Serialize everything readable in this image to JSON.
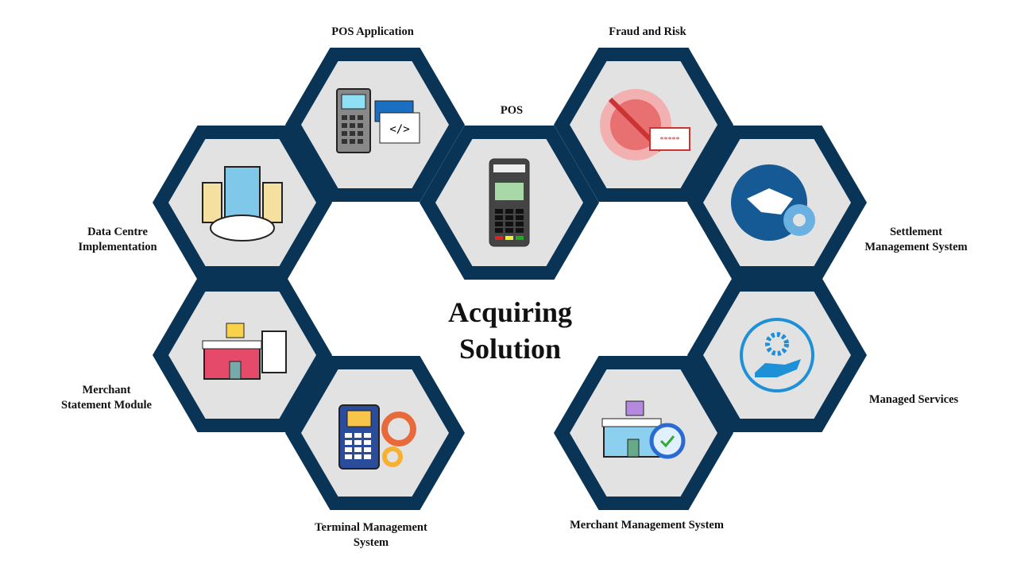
{
  "title": {
    "line1": "Acquiring",
    "line2": "Solution"
  },
  "colors": {
    "hex_border": "#0a3456",
    "hex_fill": "#e2e2e2"
  },
  "nodes": [
    {
      "id": "pos-application",
      "label1": "POS Application",
      "label2": "",
      "icon": "pos-code-icon"
    },
    {
      "id": "pos",
      "label1": "POS",
      "label2": "",
      "icon": "card-terminal-icon"
    },
    {
      "id": "fraud-risk",
      "label1": "Fraud and Risk",
      "label2": "",
      "icon": "fraud-shield-icon"
    },
    {
      "id": "data-centre",
      "label1": "Data Centre",
      "label2": "Implementation",
      "icon": "server-cloud-icon"
    },
    {
      "id": "settlement",
      "label1": "Settlement",
      "label2": "Management System",
      "icon": "handshake-gear-icon"
    },
    {
      "id": "merchant-statement",
      "label1": "Merchant",
      "label2": "Statement Module",
      "icon": "store-receipt-icon"
    },
    {
      "id": "managed-services",
      "label1": "Managed Services",
      "label2": "",
      "icon": "hand-gear-icon"
    },
    {
      "id": "terminal-management",
      "label1": "Terminal Management",
      "label2": "System",
      "icon": "terminal-gear-icon"
    },
    {
      "id": "merchant-management",
      "label1": "Merchant Management System",
      "label2": "",
      "icon": "store-gear-icon"
    }
  ]
}
